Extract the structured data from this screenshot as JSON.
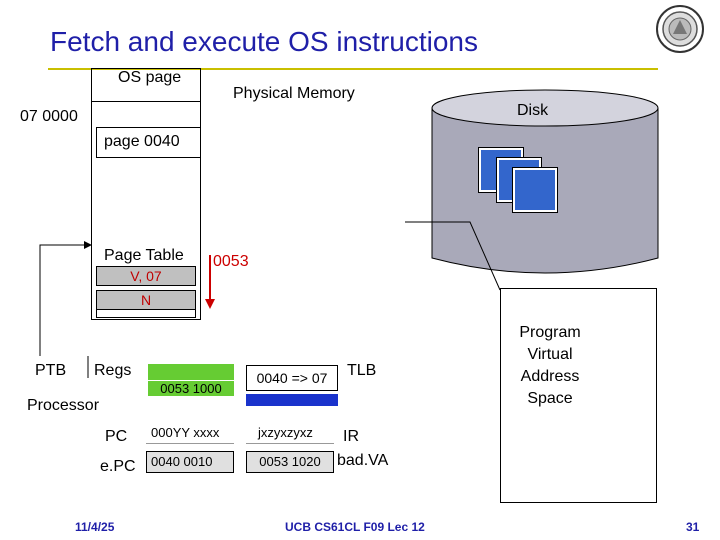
{
  "title": "Fetch and execute OS instructions",
  "labels": {
    "os_page": "OS page",
    "physical_memory": "Physical Memory",
    "disk": "Disk",
    "addr_070000": "07 0000",
    "page_0040": "page 0040",
    "page_table": "Page Table",
    "pt_row1": "V, 07",
    "pt_row2": "N",
    "page_0053": "0053",
    "ptb": "PTB",
    "regs": "Regs",
    "processor": "Processor",
    "pc": "PC",
    "epc": "e.PC",
    "regs_value": "0053 1000",
    "pc_value": "000YY xxxx",
    "epc_value": "0040 0010",
    "tlb_entry": "0040 => 07",
    "tlb": "TLB",
    "ir_value": "jxzyxzyxz",
    "ir": "IR",
    "badva_value": "0053 1020",
    "badva": "bad.VA",
    "program_virtual_address_space": [
      "Program",
      "Virtual",
      "Address",
      "Space"
    ]
  },
  "footer": {
    "date": "11/4/25",
    "course": "UCB CS61CL F09 Lec 12",
    "page_number": "31"
  },
  "colors": {
    "title": "#1f1fa8",
    "accent_rule": "#c9bf00",
    "disk_fill": "#a9a9b9",
    "disk_page": "#3366cc",
    "register_green": "#66cc33",
    "tlb_blue": "#1a33cc",
    "highlight_red": "#cc0000"
  }
}
